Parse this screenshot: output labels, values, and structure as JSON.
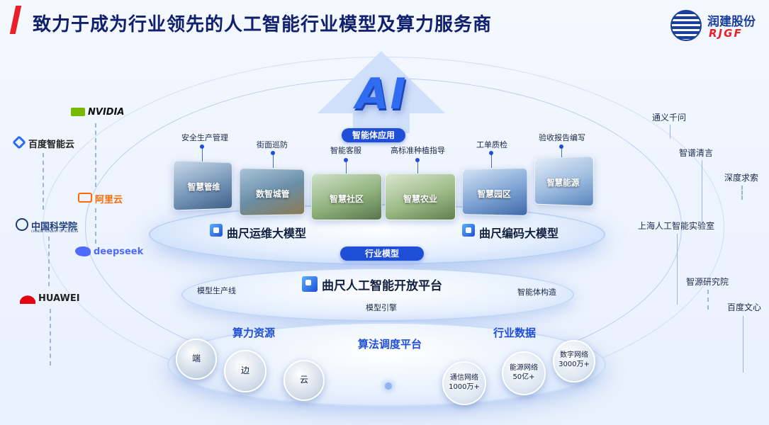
{
  "header": {
    "title": "致力于成为行业领先的人工智能行业模型及算力服务商"
  },
  "logo": {
    "cn": "润建股份",
    "en": "RJGF"
  },
  "hero": {
    "ai_text": "AI"
  },
  "pills": {
    "agent_app": "智能体应用",
    "industry_model": "行业模型"
  },
  "scenes": [
    {
      "pin_label": "安全生产管理",
      "card_label": "智慧管维"
    },
    {
      "pin_label": "街面巡防",
      "card_label": "数智城管"
    },
    {
      "pin_label": "智能客服",
      "card_label": "智慧社区"
    },
    {
      "pin_label": "高标准种植指导",
      "card_label": "智慧农业"
    },
    {
      "pin_label": "工单质检",
      "card_label": "智慧园区"
    },
    {
      "pin_label": "验收报告编写",
      "card_label": "智慧能源"
    }
  ],
  "models": {
    "left": "曲尺运维大模型",
    "right": "曲尺编码大模型"
  },
  "platform": {
    "title": "曲尺人工智能开放平台",
    "left": "模型生产线",
    "right": "智能体构造",
    "bottom": "模型引擎"
  },
  "base": {
    "compute_title": "算力资源",
    "algo_title": "算法调度平台",
    "data_title": "行业数据",
    "compute_items": [
      "端",
      "边",
      "云"
    ],
    "data_items": [
      {
        "line1": "通信网络",
        "line2": "1000万+"
      },
      {
        "line1": "能源网络",
        "line2": "50亿+"
      },
      {
        "line1": "数字网络",
        "line2": "3000万+"
      }
    ]
  },
  "left_brands": [
    "NVIDIA",
    "百度智能云",
    "阿里云",
    "中国科学院",
    "deepseek",
    "HUAWEI"
  ],
  "left_brand_sub": "CHINESE ACADEMY OF SCIENCES",
  "right_partners": [
    "通义千问",
    "智谱清言",
    "深度求索",
    "上海人工智能实验室",
    "智源研究院",
    "百度文心"
  ],
  "colors": {
    "brand_blue": "#1f4fd6",
    "title_navy": "#10206e",
    "accent_red": "#e8202a"
  }
}
